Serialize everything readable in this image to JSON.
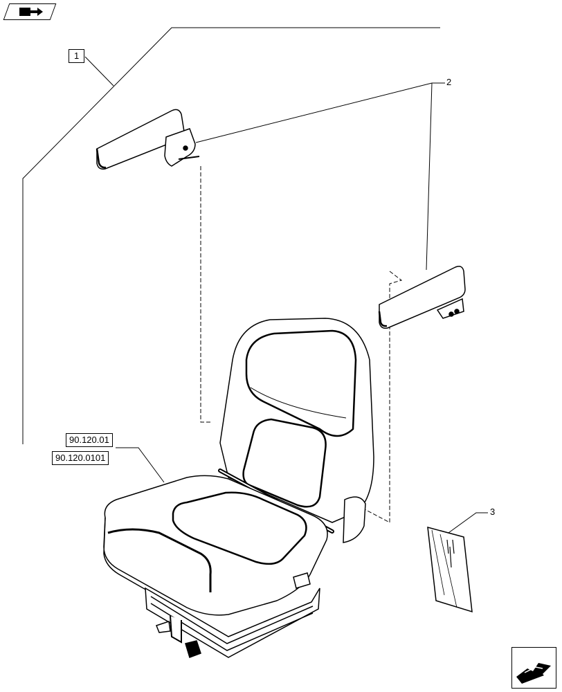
{
  "callouts": {
    "item1": "1",
    "item2": "2",
    "item3": "3",
    "ref1": "90.120.01",
    "ref2": "90.120.0101"
  },
  "icons": {
    "top_left": "parts-catalog-book-icon",
    "bottom_right": "next-page-arrow-icon"
  },
  "colors": {
    "line": "#000000",
    "background": "#ffffff"
  }
}
